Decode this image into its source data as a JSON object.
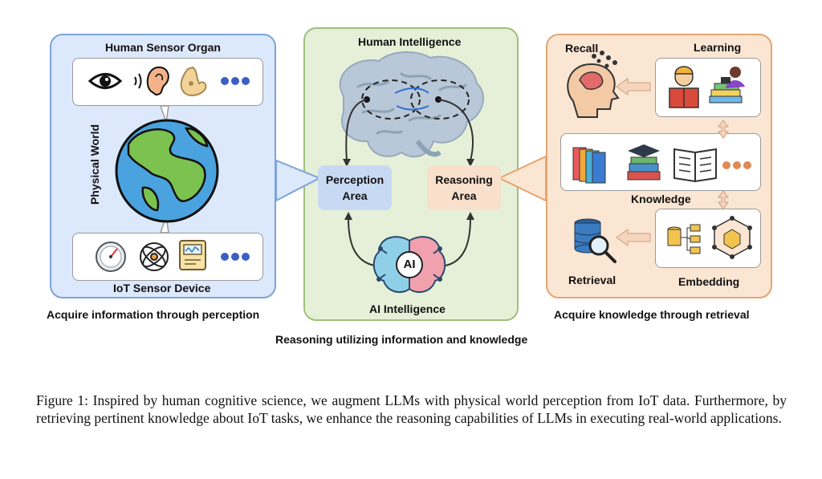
{
  "left_panel": {
    "title": "Human Sensor Organ",
    "side_label": "Physical World",
    "bottom_label": "IoT Sensor Device",
    "caption": "Acquire information through perception"
  },
  "middle_panel": {
    "title": "Human Intelligence",
    "perception": "Perception Area",
    "reasoning": "Reasoning Area",
    "ai_badge": "AI",
    "bottom_label": "AI Intelligence",
    "caption": "Reasoning utilizing information and knowledge"
  },
  "right_panel": {
    "recall": "Recall",
    "learning": "Learning",
    "knowledge": "Knowledge",
    "retrieval": "Retrieval",
    "embedding": "Embedding",
    "caption": "Acquire knowledge through retrieval"
  },
  "figure_caption": "Figure 1: Inspired by human cognitive science, we augment LLMs with physical world perception from IoT data. Furthermore, by retrieving pertinent knowledge about IoT tasks, we enhance the reasoning capabilities of LLMs in executing real-world applications.",
  "colors": {
    "blue_panel": "#dce8fb",
    "green_panel": "#e6f0d8",
    "orange_panel": "#fbe6d3"
  }
}
